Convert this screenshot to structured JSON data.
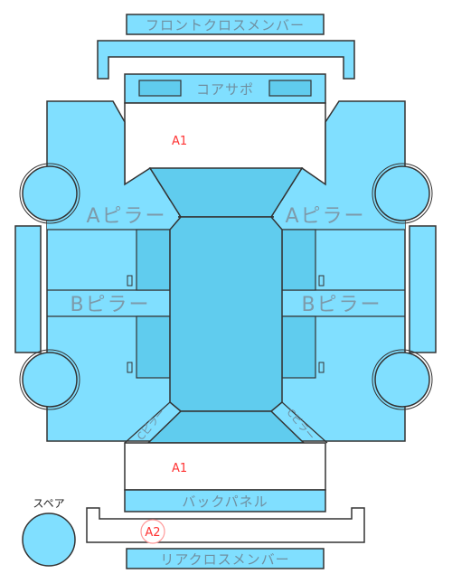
{
  "colors": {
    "panel_fill": "#80dfff",
    "panel_fill_dark": "#60ccee",
    "stroke": "#333333",
    "marker": "#ff3333",
    "label_text": "#6f8fa0"
  },
  "labels": {
    "front_cross_member": "フロントクロスメンバー",
    "core_support": "コアサポ",
    "a_pillar_left": "Aピラー",
    "a_pillar_right": "Aピラー",
    "b_pillar_left": "Bピラー",
    "b_pillar_right": "Bピラー",
    "back_panel": "バックパネル",
    "rear_cross_member": "リアクロスメンバー",
    "spare": "スペア",
    "pillar_c_left": "Cピラー",
    "pillar_c_right": "Cピラー"
  },
  "markers": {
    "front_a1": "A1",
    "rear_a1": "A1",
    "rear_a2": "A2"
  },
  "icons": [
    "wheel-front-left",
    "wheel-front-right",
    "wheel-rear-left",
    "wheel-rear-right",
    "spare-tire"
  ]
}
